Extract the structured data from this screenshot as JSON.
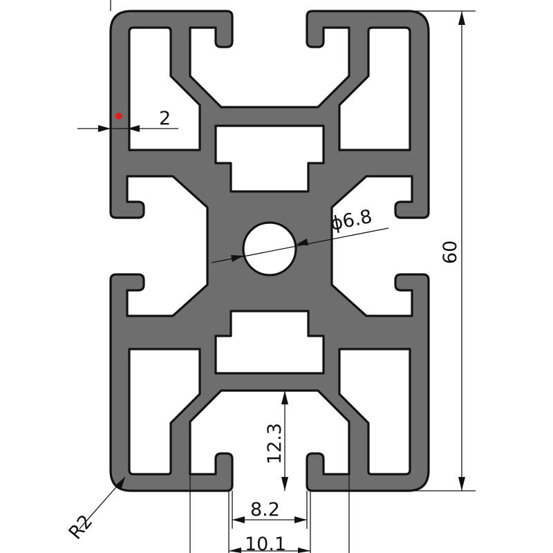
{
  "drawing": {
    "colors": {
      "profile_fill": "#6e6e6e",
      "outline": "#111111",
      "background": "#ffffff",
      "marker": "#e41b1b"
    },
    "dimensions": {
      "wall_thickness": "2",
      "bore_diameter": "ϕ6.8",
      "height": "60",
      "slot_depth": "12.3",
      "slot_opening": "8.2",
      "slot_width": "10.1",
      "corner_radius": "R2"
    }
  }
}
